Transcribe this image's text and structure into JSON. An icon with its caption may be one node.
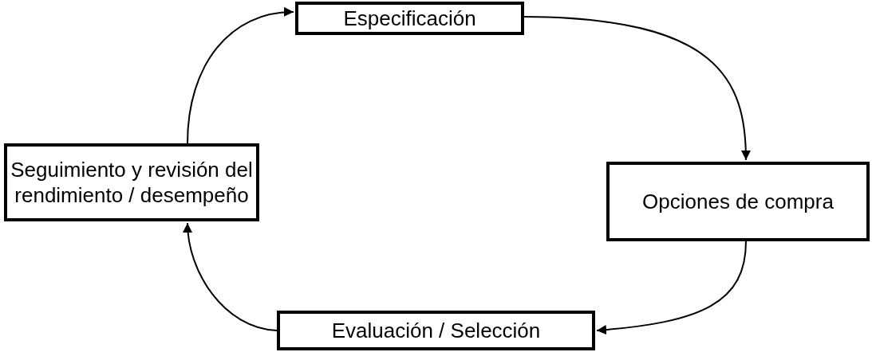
{
  "diagram": {
    "nodes": [
      {
        "text": [
          "Especificación"
        ]
      },
      {
        "text": [
          "Opciones de compra"
        ]
      },
      {
        "text": [
          "Evaluación / Selección"
        ]
      },
      {
        "text": [
          "Seguimiento y revisión del rendimiento / desempeño"
        ]
      }
    ],
    "edges": [
      {
        "from": 0,
        "to": 1,
        "arrow": "to"
      },
      {
        "from": 1,
        "to": 2,
        "arrow": "to"
      },
      {
        "from": 2,
        "to": 3,
        "arrow": "to"
      },
      {
        "from": 3,
        "to": 0,
        "arrow": "to"
      }
    ]
  }
}
